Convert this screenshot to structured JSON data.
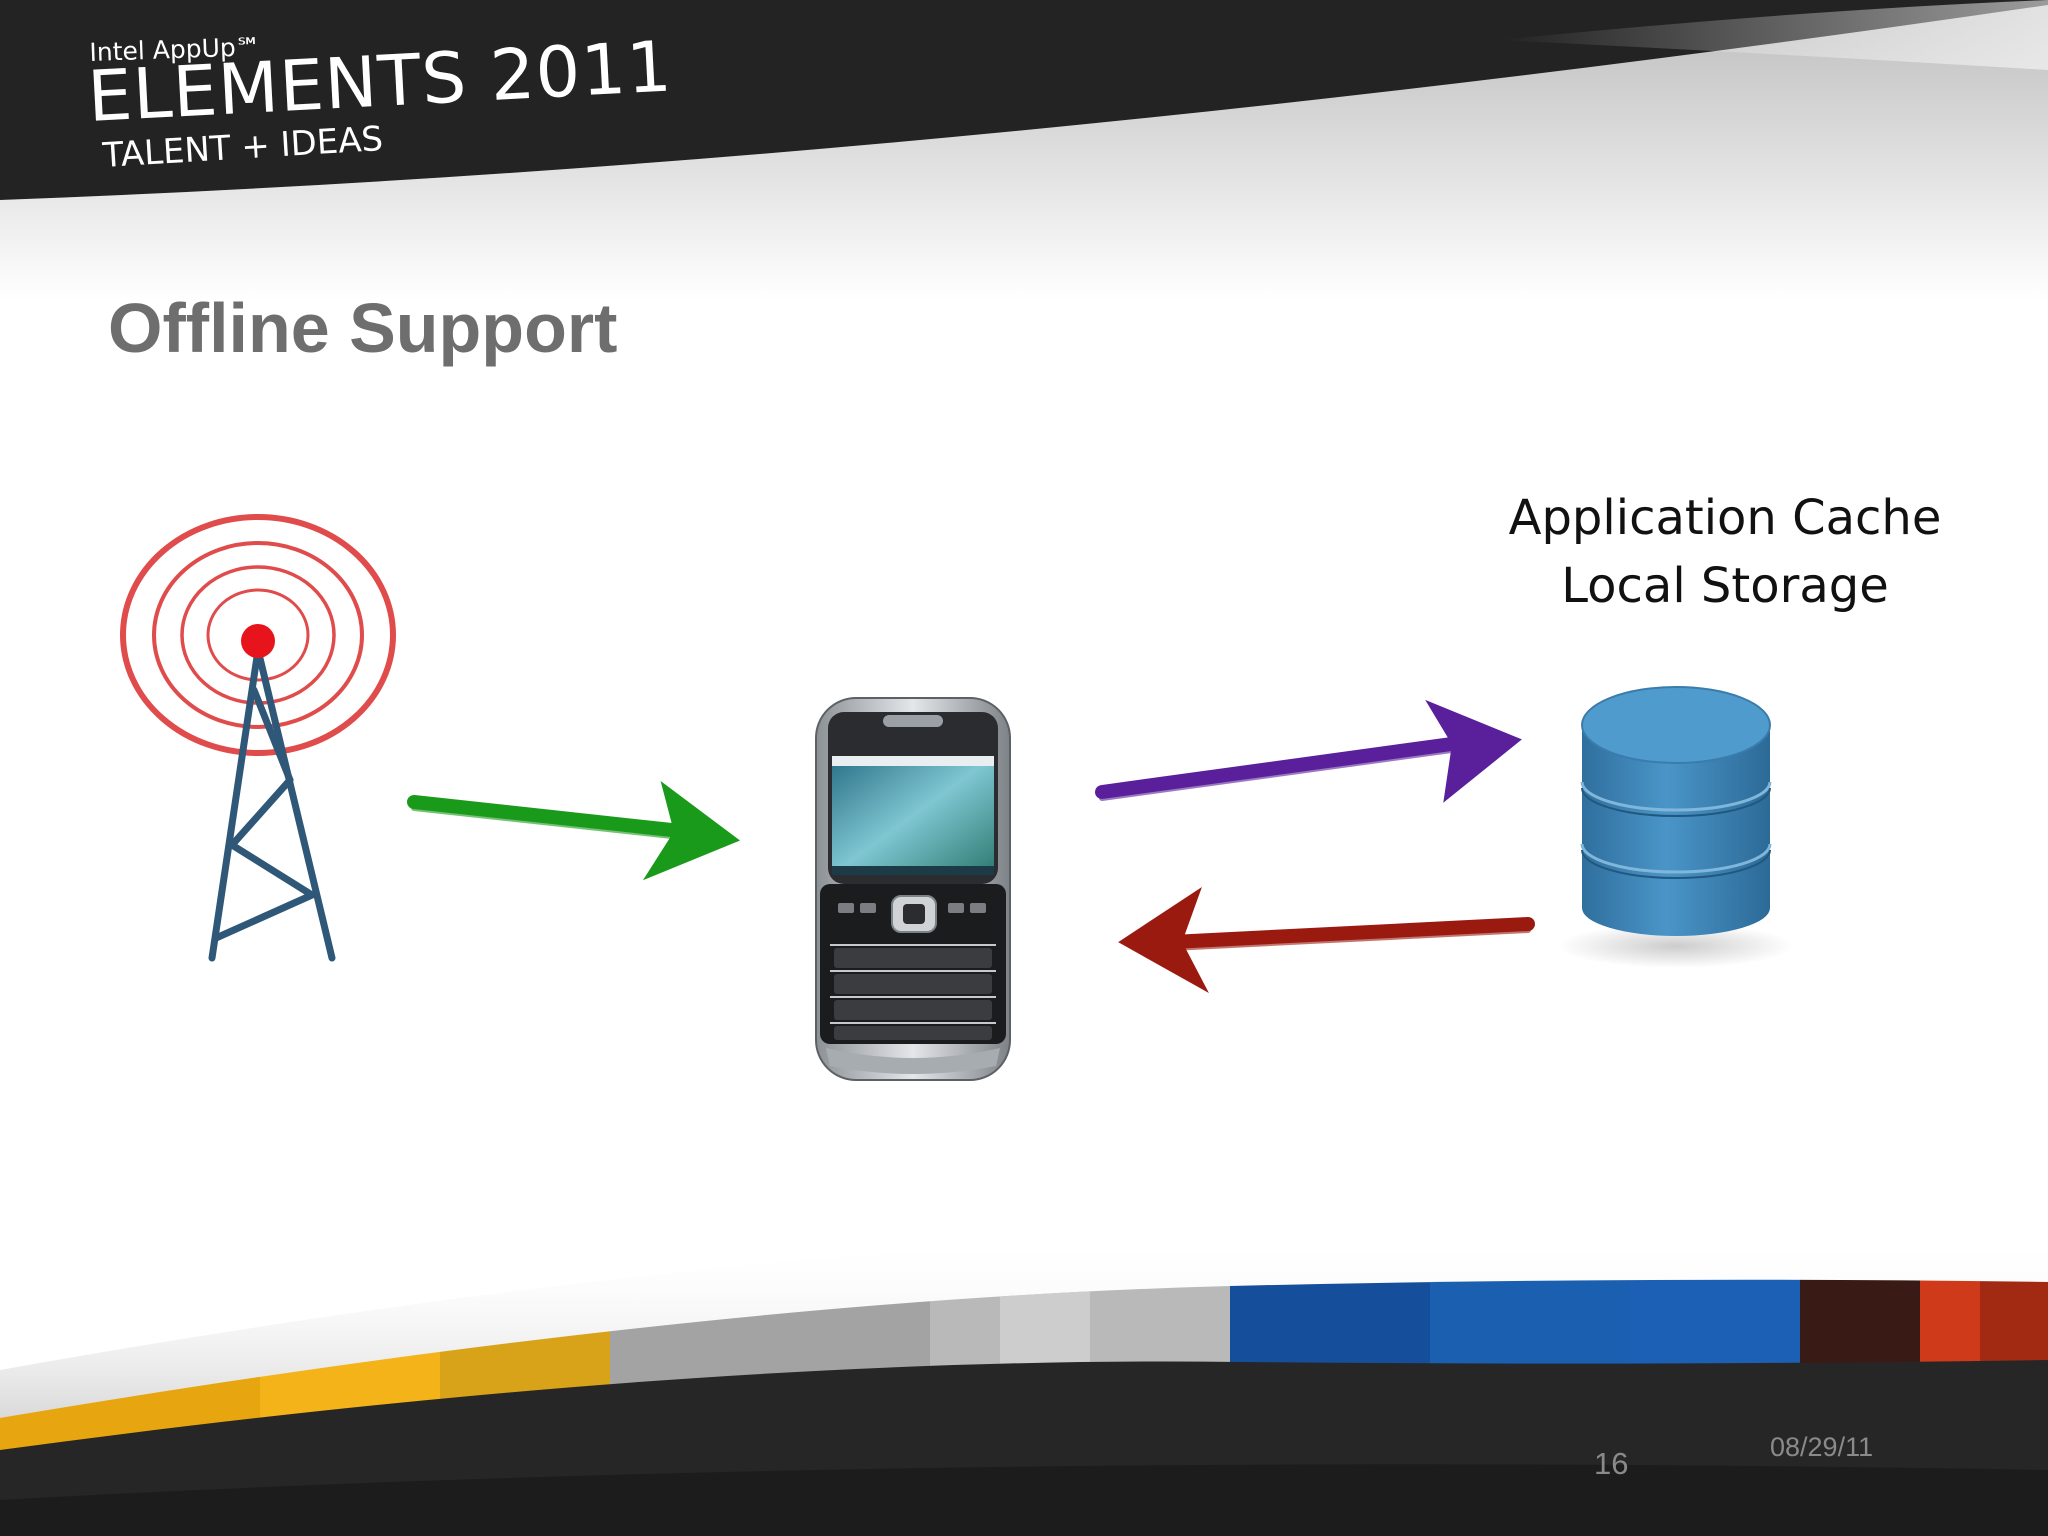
{
  "logo": {
    "small": "Intel AppUp℠",
    "main": "ELEMENTS 2011",
    "tagline": "TALENT + IDEAS"
  },
  "slide": {
    "title": "Offline Support",
    "labels": [
      "Application Cache",
      "Local Storage"
    ],
    "page_number": "16",
    "date": "08/29/11"
  },
  "diagram": {
    "nodes": [
      {
        "name": "cell-tower-icon"
      },
      {
        "name": "smartphone-icon"
      },
      {
        "name": "database-icon"
      }
    ],
    "arrows": [
      {
        "name": "tower-to-phone-arrow",
        "color": "#1a9a1a"
      },
      {
        "name": "phone-to-storage-arrow",
        "color": "#5a1f9a"
      },
      {
        "name": "storage-to-phone-arrow",
        "color": "#9a1a10"
      }
    ]
  },
  "colors": {
    "header": "#232323",
    "footer": "#262626",
    "title_gray": "#6e6e6e",
    "tower_waves": "#e04b4b",
    "tower_beacon": "#e8141c",
    "tower_structure": "#2f5878",
    "database": "#3e86b8",
    "band_yellow": "#f3b319",
    "band_gray": "#a9a9a9",
    "band_blue": "#1a5fb0",
    "band_red": "#cf3b1a"
  }
}
